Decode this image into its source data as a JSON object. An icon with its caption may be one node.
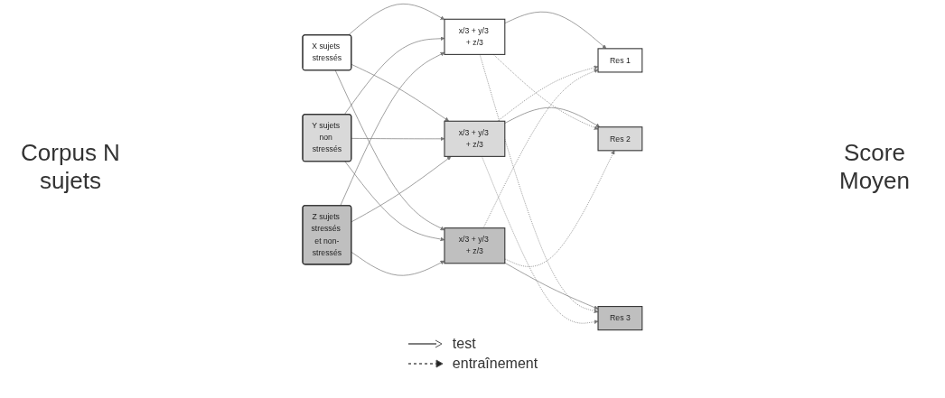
{
  "diagram": {
    "nodes": [
      {
        "text": [
          "X sujets stressés"
        ]
      },
      {
        "text": [
          "Y sujets non stressés"
        ]
      },
      {
        "text": [
          "Z sujets stressés et non-stressés"
        ]
      },
      {
        "text": [
          "x/3 + y/3 + z/3"
        ]
      },
      {
        "text": [
          "x/3 + y/3 + z/3"
        ]
      },
      {
        "text": [
          "x/3 + y/3 + z/3"
        ]
      },
      {
        "text": [
          "Res 1"
        ]
      },
      {
        "text": [
          "Res 2"
        ]
      },
      {
        "text": [
          "Res 3"
        ]
      }
    ],
    "edges": [
      {
        "from": 0,
        "to": 3,
        "arrow": "to"
      },
      {
        "from": 0,
        "to": 4,
        "arrow": "to"
      },
      {
        "from": 0,
        "to": 5,
        "arrow": "to"
      },
      {
        "from": 1,
        "to": 3,
        "arrow": "to"
      },
      {
        "from": 1,
        "to": 4,
        "arrow": "to"
      },
      {
        "from": 1,
        "to": 5,
        "arrow": "to"
      },
      {
        "from": 2,
        "to": 3,
        "arrow": "to"
      },
      {
        "from": 2,
        "to": 4,
        "arrow": "to"
      },
      {
        "from": 2,
        "to": 5,
        "arrow": "to"
      },
      {
        "from": 3,
        "to": 6,
        "arrow": "to"
      },
      {
        "from": 4,
        "to": 7,
        "arrow": "to"
      },
      {
        "from": 5,
        "to": 8,
        "arrow": "to"
      },
      {
        "from": 3,
        "to": 7,
        "arrow": "to",
        "style": "dashed"
      },
      {
        "from": 3,
        "to": 8,
        "arrow": "to",
        "style": "dashed"
      },
      {
        "from": 4,
        "to": 6,
        "arrow": "to",
        "style": "dashed"
      },
      {
        "from": 4,
        "to": 8,
        "arrow": "to",
        "style": "dashed"
      },
      {
        "from": 5,
        "to": 6,
        "arrow": "to",
        "style": "dashed"
      },
      {
        "from": 5,
        "to": 7,
        "arrow": "to",
        "style": "dashed"
      }
    ],
    "labels": [
      "Corpus N sujets",
      "Score Moyen"
    ],
    "legend": [
      {
        "text": "test"
      },
      {
        "text": "entraînement"
      }
    ]
  }
}
